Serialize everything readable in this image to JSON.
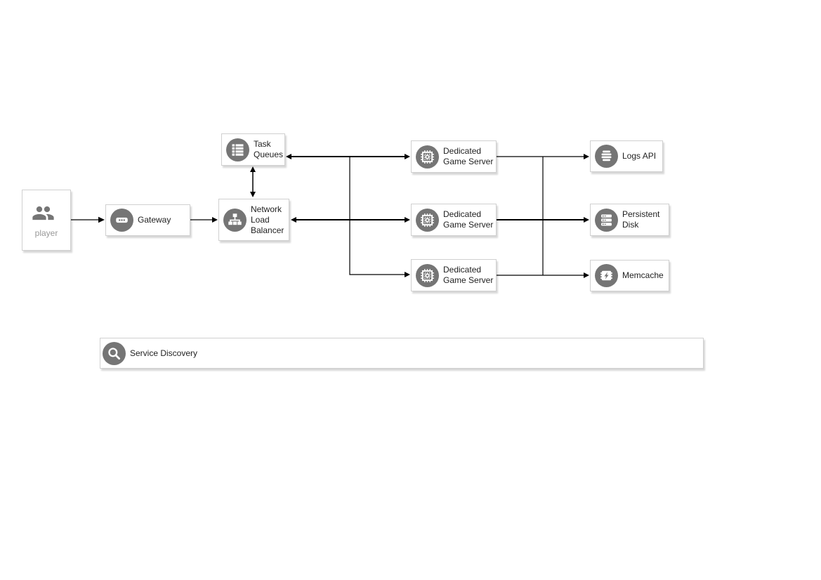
{
  "nodes": {
    "player": {
      "label": "player",
      "icon": "people-icon"
    },
    "gateway": {
      "label": "Gateway",
      "icon": "gateway-chip-icon"
    },
    "task_queues": {
      "label": "Task Queues",
      "icon": "list-queue-icon"
    },
    "load_balancer": {
      "label": "Network Load Balancer",
      "icon": "network-tree-icon"
    },
    "game_server_1": {
      "label": "Dedicated Game Server",
      "icon": "cpu-chip-icon"
    },
    "game_server_2": {
      "label": "Dedicated Game Server",
      "icon": "cpu-chip-icon"
    },
    "game_server_3": {
      "label": "Dedicated Game Server",
      "icon": "cpu-chip-icon"
    },
    "logs_api": {
      "label": "Logs API",
      "icon": "log-lines-icon"
    },
    "persistent_disk": {
      "label": "Persistent Disk",
      "icon": "disk-stack-icon"
    },
    "memcache": {
      "label": "Memcache",
      "icon": "bolt-chip-icon"
    },
    "service_discovery": {
      "label": "Service Discovery",
      "icon": "search-icon"
    }
  },
  "colors": {
    "icon_circle": "#757575",
    "icon_glyph": "#ffffff",
    "node_border": "#d0d0d0",
    "label": "#1f1f1f",
    "muted_label": "#999999",
    "edge": "#000000",
    "background": "#ffffff"
  }
}
